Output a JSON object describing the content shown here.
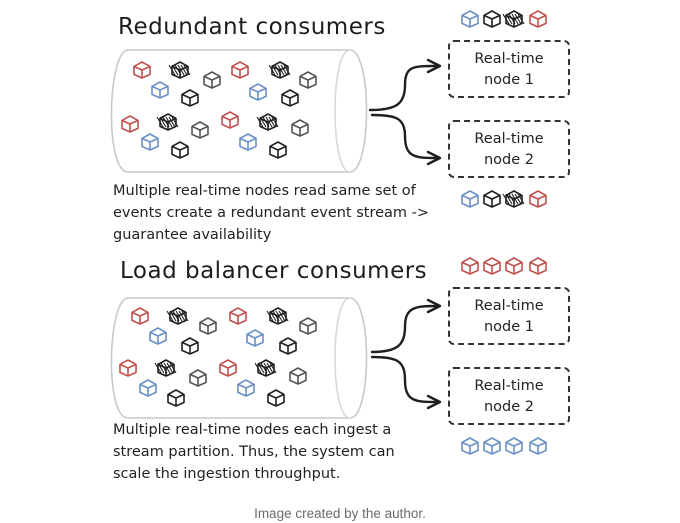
{
  "colors": {
    "red": "#c0504d",
    "blue": "#6a8fc7",
    "black": "#1f1f1f",
    "gray": "#555555",
    "caption": "#6b6b6b"
  },
  "icons": {
    "cube": "cube-icon",
    "arrow": "curly-arrow-icon",
    "tube": "stream-tube-icon"
  },
  "sections": [
    {
      "title": "Redundant consumers",
      "description_lines": [
        "Multiple real-time nodes read same set of",
        "events create a redundant event stream ->",
        "guarantee availability"
      ],
      "nodes": [
        {
          "line1": "Real-time",
          "line2": "node 1"
        },
        {
          "line1": "Real-time",
          "line2": "node 2"
        }
      ]
    },
    {
      "title": "Load balancer consumers",
      "description_lines": [
        "Multiple real-time nodes each ingest a",
        "stream partition. Thus, the system can",
        "scale the ingestion throughput."
      ],
      "nodes": [
        {
          "line1": "Real-time",
          "line2": "node 1"
        },
        {
          "line1": "Real-time",
          "line2": "node 2"
        }
      ]
    }
  ],
  "caption": "Image created by the author."
}
